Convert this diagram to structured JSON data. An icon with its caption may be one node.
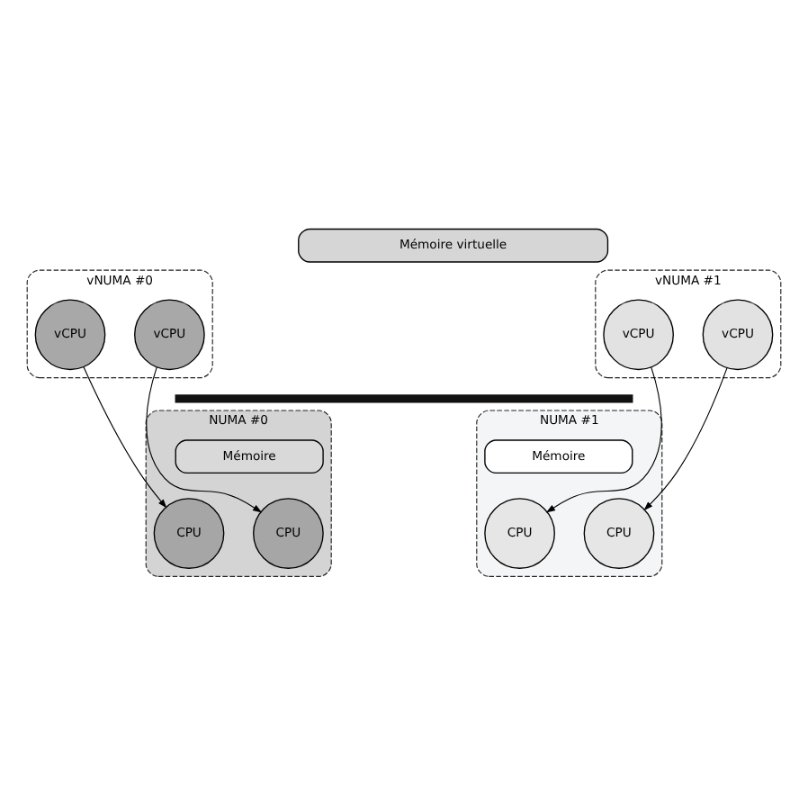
{
  "diagram": {
    "nodes": [
      {
        "text": [
          "vNUMA #0"
        ]
      },
      {
        "text": [
          "vNUMA #1"
        ]
      },
      {
        "text": [
          "Mémoire virtuelle"
        ]
      },
      {
        "text": [
          "vCPU"
        ],
        "in": 0
      },
      {
        "text": [
          "vCPU"
        ],
        "in": 0
      },
      {
        "text": [
          "vCPU"
        ],
        "in": 1
      },
      {
        "text": [
          "vCPU"
        ],
        "in": 1
      },
      {
        "text": [],
        "shape": "bar"
      },
      {
        "text": [
          "NUMA #0"
        ]
      },
      {
        "text": [
          "Mémoire"
        ],
        "in": 8
      },
      {
        "text": [
          "CPU"
        ],
        "in": 8
      },
      {
        "text": [
          "CPU"
        ],
        "in": 8
      },
      {
        "text": [
          "NUMA #1"
        ]
      },
      {
        "text": [
          "Mémoire"
        ],
        "in": 12
      },
      {
        "text": [
          "CPU"
        ],
        "in": 12
      },
      {
        "text": [
          "CPU"
        ],
        "in": 12
      }
    ],
    "edges": [
      {
        "from": 3,
        "to": 10,
        "arrow": "to"
      },
      {
        "from": 4,
        "to": 11,
        "arrow": "to"
      },
      {
        "from": 5,
        "to": 14,
        "arrow": "to"
      },
      {
        "from": 6,
        "to": 15,
        "arrow": "to"
      }
    ]
  }
}
